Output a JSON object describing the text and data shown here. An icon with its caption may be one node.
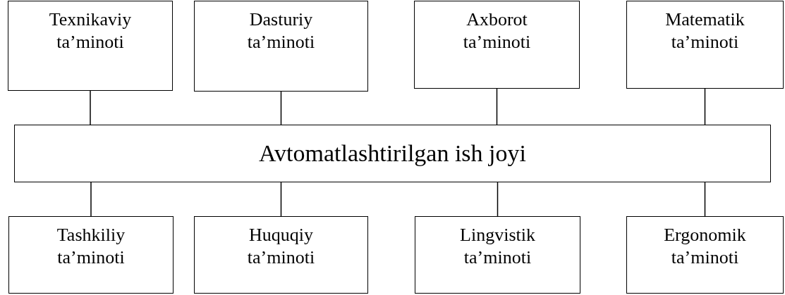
{
  "diagram": {
    "nodes": [
      {
        "text": [
          "Texnikaviy ta’minoti"
        ]
      },
      {
        "text": [
          "Dasturiy ta’minoti"
        ]
      },
      {
        "text": [
          "Axborot ta’minoti"
        ]
      },
      {
        "text": [
          "Matematik ta’minoti"
        ]
      },
      {
        "text": [
          "Avtomatlashtirilgan ish joyi"
        ]
      },
      {
        "text": [
          "Tashkiliy ta’minoti"
        ]
      },
      {
        "text": [
          "Huquqiy ta’minoti"
        ]
      },
      {
        "text": [
          "Lingvistik ta’minoti"
        ]
      },
      {
        "text": [
          "Ergonomik ta’minoti"
        ]
      }
    ],
    "edges": [
      {
        "from": 0,
        "to": 4,
        "arrow": "none"
      },
      {
        "from": 1,
        "to": 4,
        "arrow": "none"
      },
      {
        "from": 2,
        "to": 4,
        "arrow": "none"
      },
      {
        "from": 3,
        "to": 4,
        "arrow": "none"
      },
      {
        "from": 4,
        "to": 5,
        "arrow": "none"
      },
      {
        "from": 4,
        "to": 6,
        "arrow": "none"
      },
      {
        "from": 4,
        "to": 7,
        "arrow": "none"
      },
      {
        "from": 4,
        "to": 8,
        "arrow": "none"
      }
    ]
  }
}
